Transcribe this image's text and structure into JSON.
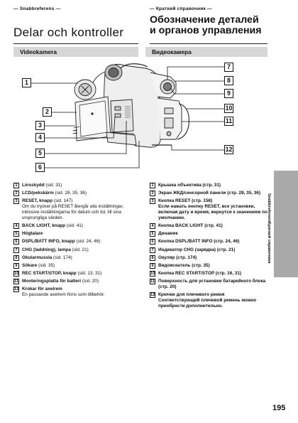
{
  "header": {
    "left_kicker": "— Snabbreferens —",
    "left_title": "Delar och kontroller",
    "right_kicker": "— Краткий справочник —",
    "right_title_line1": "Обозначение деталей",
    "right_title_line2": "и органов управления"
  },
  "sections": {
    "left": "Videokamera",
    "right": "Видеокамера"
  },
  "callouts": [
    "1",
    "2",
    "3",
    "4",
    "5",
    "6",
    "7",
    "8",
    "9",
    "10",
    "11",
    "12"
  ],
  "items_sv": [
    {
      "n": "1",
      "label": "Linsskydd",
      "ref": " (sid. 31)",
      "extra": ""
    },
    {
      "n": "2",
      "label": "LCD/pekskärm",
      "ref": " (sid. 28, 35, 36)",
      "extra": ""
    },
    {
      "n": "3",
      "label": "RESET, knapp",
      "ref": " (sid. 147)",
      "extra": "Om du trycker på RESET återgår alla inställningar, inklusive inställningarna för datum och tid, till sina ursprungliga värden."
    },
    {
      "n": "4",
      "label": "BACK LIGHT, knapp",
      "ref": " (sid. 41)",
      "extra": ""
    },
    {
      "n": "5",
      "label": "Högtalare",
      "ref": "",
      "extra": ""
    },
    {
      "n": "6",
      "label": "DSPL/BATT INFO, knapp",
      "ref": " (sid. 24, 46)",
      "extra": ""
    },
    {
      "n": "7",
      "label": "CHG (laddning), lampa",
      "ref": " (sid. 21)",
      "extra": ""
    },
    {
      "n": "8",
      "label": "Okularmussla",
      "ref": " (sid. 174)",
      "extra": ""
    },
    {
      "n": "9",
      "label": "Sökare",
      "ref": " (sid. 35)",
      "extra": ""
    },
    {
      "n": "10",
      "label": "REC START/STOP, knapp",
      "ref": " (sid. 13, 31)",
      "extra": ""
    },
    {
      "n": "11",
      "label": "Monteringsplatta för batteri",
      "ref": " (sid. 20)",
      "extra": ""
    },
    {
      "n": "12",
      "label": "Krokar för axelrem",
      "ref": "",
      "extra": "En passande axelrem finns som tillbehör."
    }
  ],
  "items_ru": [
    {
      "n": "1",
      "label": "Крышка объектива",
      "ref": " (стр. 31)",
      "extra": ""
    },
    {
      "n": "2",
      "label": "Экран ЖКД/сенсорной панели",
      "ref": " (стр. 28, 35, 36)",
      "extra": ""
    },
    {
      "n": "3",
      "label": "Кнопка RESET",
      "ref": " (стр. 158)",
      "extra": "Если нажать кнопку RESET, все установки, включая дату и время, вернутся к значениям по умолчанию."
    },
    {
      "n": "4",
      "label": "Кнопка BACK LIGHT",
      "ref": " (стр. 41)",
      "extra": ""
    },
    {
      "n": "5",
      "label": "Динамик",
      "ref": "",
      "extra": ""
    },
    {
      "n": "6",
      "label": "Кнопка DSPL/BATT INFO",
      "ref": " (стр. 24, 46)",
      "extra": ""
    },
    {
      "n": "7",
      "label": "Индикатор CHG (зарядка)",
      "ref": " (стр. 21)",
      "extra": ""
    },
    {
      "n": "8",
      "label": "Окуляр",
      "ref": " (стр. 174)",
      "extra": ""
    },
    {
      "n": "9",
      "label": "Видоискатель",
      "ref": " (стр. 35)",
      "extra": ""
    },
    {
      "n": "10",
      "label": "Кнопка REC START/STOP",
      "ref": " (стр. 16, 31)",
      "extra": ""
    },
    {
      "n": "11",
      "label": "Поверхность для установки батарейного блока",
      "ref": " (стр. 20)",
      "extra": ""
    },
    {
      "n": "12",
      "label": "Крючки для плечевого ремня",
      "ref": "",
      "extra": "Соответствующий плечевой ремень можно приобрести дополнительно."
    }
  ],
  "side_tab": {
    "label_sv": "Snabbreferens",
    "label_ru": "Краткий справочник"
  },
  "page_number": "195"
}
